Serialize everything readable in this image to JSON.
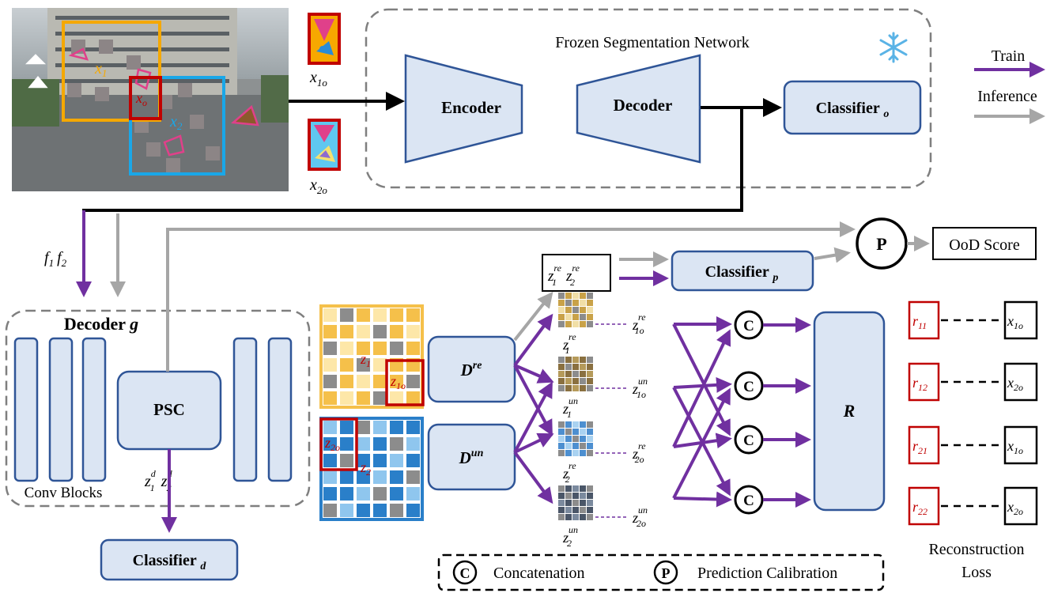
{
  "photo": {
    "labels": {
      "x1": "x",
      "x1_sub": "1",
      "x2": "x",
      "x2_sub": "2",
      "xo": "x",
      "xo_sub": "o"
    },
    "colors": {
      "box1": "#f5a800",
      "box2": "#1aa7e8",
      "boxo": "#c00000",
      "outline": "#e0408a"
    }
  },
  "patches": {
    "p1": {
      "var": "x",
      "sub": "1o"
    },
    "p2": {
      "var": "x",
      "sub": "2o"
    }
  },
  "frozen": {
    "title": "Frozen Segmentation Network",
    "encoder": "Encoder",
    "decoder": "Decoder",
    "classifier": "Classifier ",
    "classifier_sub": "o",
    "snowflake_icon": "snowflake-icon"
  },
  "legend": {
    "train": "Train",
    "inference": "Inference",
    "colors": {
      "train": "#7030a0",
      "inference": "#a6a6a6"
    },
    "concat_symbol": "C",
    "concat_label": "Concatenation",
    "pred_symbol": "P",
    "pred_label": "Prediction Calibration"
  },
  "features": {
    "f1": "f",
    "f1_sub": "1",
    "f2": "f",
    "f2_sub": "2"
  },
  "decoder_g": {
    "title": "Decoder ",
    "title_var": "g",
    "psc": "PSC",
    "conv_label": "Conv Blocks",
    "zd1": "z",
    "zd1_sub": "1",
    "zd1_sup": "d",
    "zd2": "z",
    "zd2_sub": "2",
    "zd2_sup": "d"
  },
  "classifier_d": {
    "label": "Classifier ",
    "sub": "d"
  },
  "maps": {
    "z1": "z",
    "z1_sub": "1",
    "z1o": "z",
    "z1o_sub": "1o",
    "z2": "z",
    "z2_sub": "2",
    "z2o": "z",
    "z2o_sub": "2o",
    "colors": {
      "yellow": "#f5c04a",
      "blue": "#2a7fc9"
    }
  },
  "disentangle": {
    "dre": "D",
    "dre_sup": "re",
    "dun": "D",
    "dun_sup": "un"
  },
  "small_maps": [
    {
      "var": "z",
      "sub": "1",
      "sup": "re",
      "o_var": "z",
      "o_sub": "1o",
      "o_sup": "re"
    },
    {
      "var": "z",
      "sub": "1",
      "sup": "un",
      "o_var": "z",
      "o_sub": "1o",
      "o_sup": "un"
    },
    {
      "var": "z",
      "sub": "2",
      "sup": "re",
      "o_var": "z",
      "o_sub": "2o",
      "o_sup": "re"
    },
    {
      "var": "z",
      "sub": "2",
      "sup": "un",
      "o_var": "z",
      "o_sub": "2o",
      "o_sup": "un"
    }
  ],
  "zre_box": {
    "a": "z",
    "a_sub": "1",
    "a_sup": "re",
    "b": "z",
    "b_sub": "2",
    "b_sup": "re"
  },
  "classifier_p": {
    "label": "Classifier ",
    "sub": "p"
  },
  "calib": {
    "symbol": "P",
    "score": "OoD Score"
  },
  "concat_nodes": [
    "C",
    "C",
    "C",
    "C"
  ],
  "recon": {
    "R": "R",
    "pairs": [
      {
        "r": "r",
        "r_sub": "11",
        "x": "x",
        "x_sub": "1o"
      },
      {
        "r": "r",
        "r_sub": "12",
        "x": "x",
        "x_sub": "2o"
      },
      {
        "r": "r",
        "r_sub": "21",
        "x": "x",
        "x_sub": "1o"
      },
      {
        "r": "r",
        "r_sub": "22",
        "x": "x",
        "x_sub": "2o"
      }
    ],
    "loss_line1": "Reconstruction",
    "loss_line2": "Loss"
  }
}
